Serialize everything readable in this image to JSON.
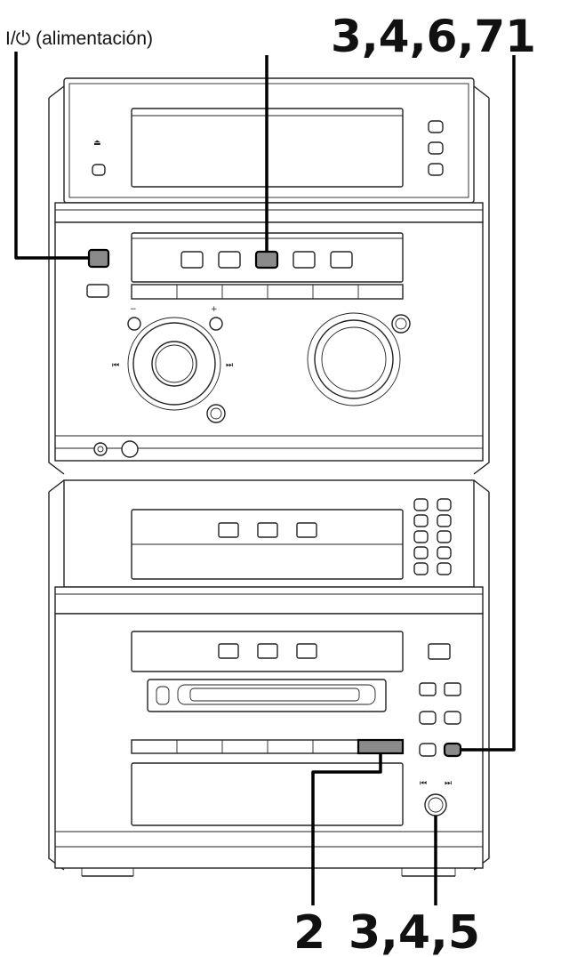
{
  "callouts": {
    "power_label": "I/⏻ (alimentación)",
    "top_right_steps": "3,4,6,71",
    "bottom_left_step": "2",
    "bottom_right_steps": "3,4,5"
  },
  "panel_glyphs": {
    "eject": "⏏",
    "minus": "−",
    "plus": "+",
    "prev_small": "⏮",
    "next_small": "⏭"
  }
}
